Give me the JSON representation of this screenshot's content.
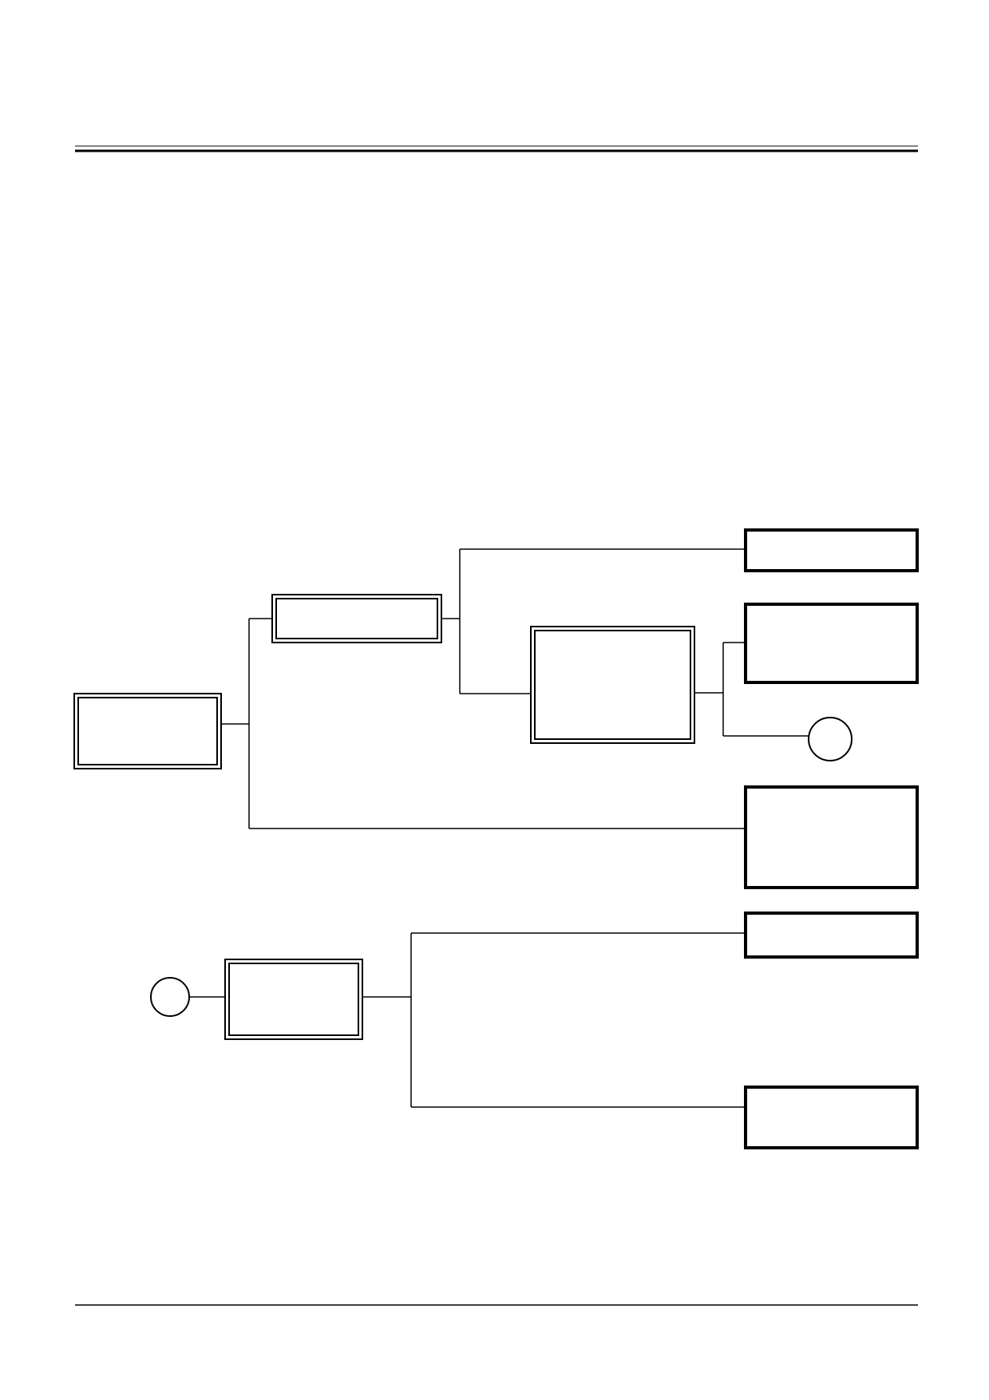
{
  "page": {
    "background": "#ffffff",
    "stroke_color": "#000000"
  },
  "diagram": {
    "boxes": [
      {
        "id": "root-box",
        "label": "",
        "style": "double"
      },
      {
        "id": "branch-box-upper",
        "label": "",
        "style": "double"
      },
      {
        "id": "branch-box-middle",
        "label": "",
        "style": "double"
      },
      {
        "id": "leaf-box-1",
        "label": "",
        "style": "bold"
      },
      {
        "id": "leaf-box-2",
        "label": "",
        "style": "bold"
      },
      {
        "id": "leaf-box-3",
        "label": "",
        "style": "bold"
      },
      {
        "id": "continuation-box",
        "label": "",
        "style": "double"
      },
      {
        "id": "leaf-box-4",
        "label": "",
        "style": "bold"
      },
      {
        "id": "leaf-box-5",
        "label": "",
        "style": "bold"
      }
    ],
    "connectors": [
      {
        "id": "connector-circle-out",
        "label": ""
      },
      {
        "id": "connector-circle-in",
        "label": ""
      }
    ]
  }
}
